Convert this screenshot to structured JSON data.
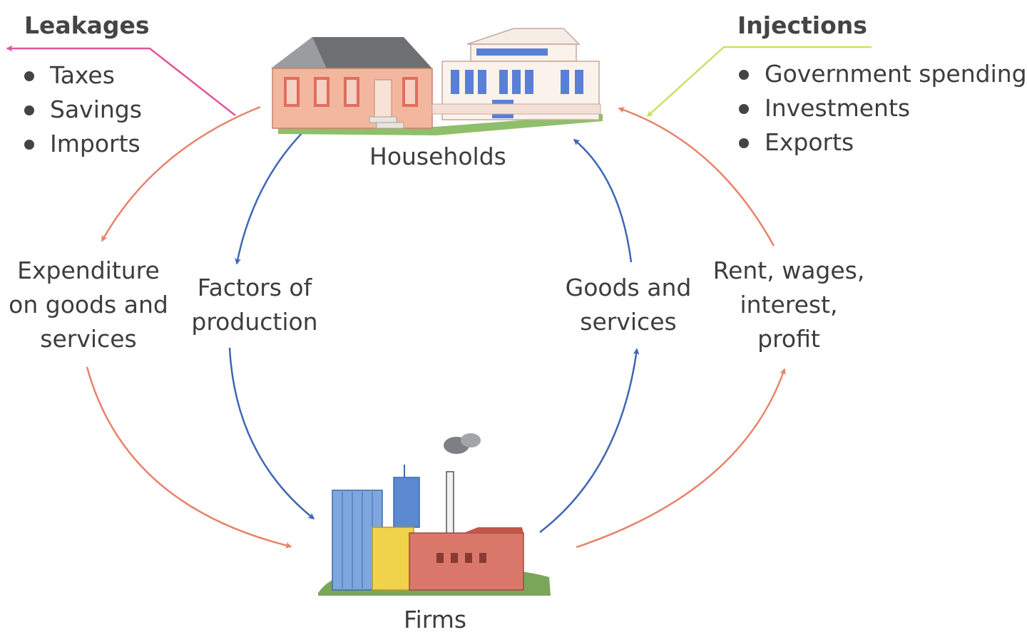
{
  "leakages": {
    "title": "Leakages",
    "items": [
      "Taxes",
      "Savings",
      "Imports"
    ]
  },
  "injections": {
    "title": "Injections",
    "items": [
      "Government spending",
      "Investments",
      "Exports"
    ]
  },
  "nodes": {
    "households": "Households",
    "firms": "Firms"
  },
  "flows": {
    "expenditure": [
      "Expenditure",
      "on goods and",
      "services"
    ],
    "factors": [
      "Factors of",
      "production"
    ],
    "goods": [
      "Goods and",
      "services"
    ],
    "income": [
      "Rent, wages,",
      "interest,",
      "profit"
    ]
  },
  "colors": {
    "money_flow": "#e8826a",
    "real_flow": "#3f67b3",
    "leakage_arrow": "#e0559a",
    "injection_arrow": "#c9e06a"
  }
}
